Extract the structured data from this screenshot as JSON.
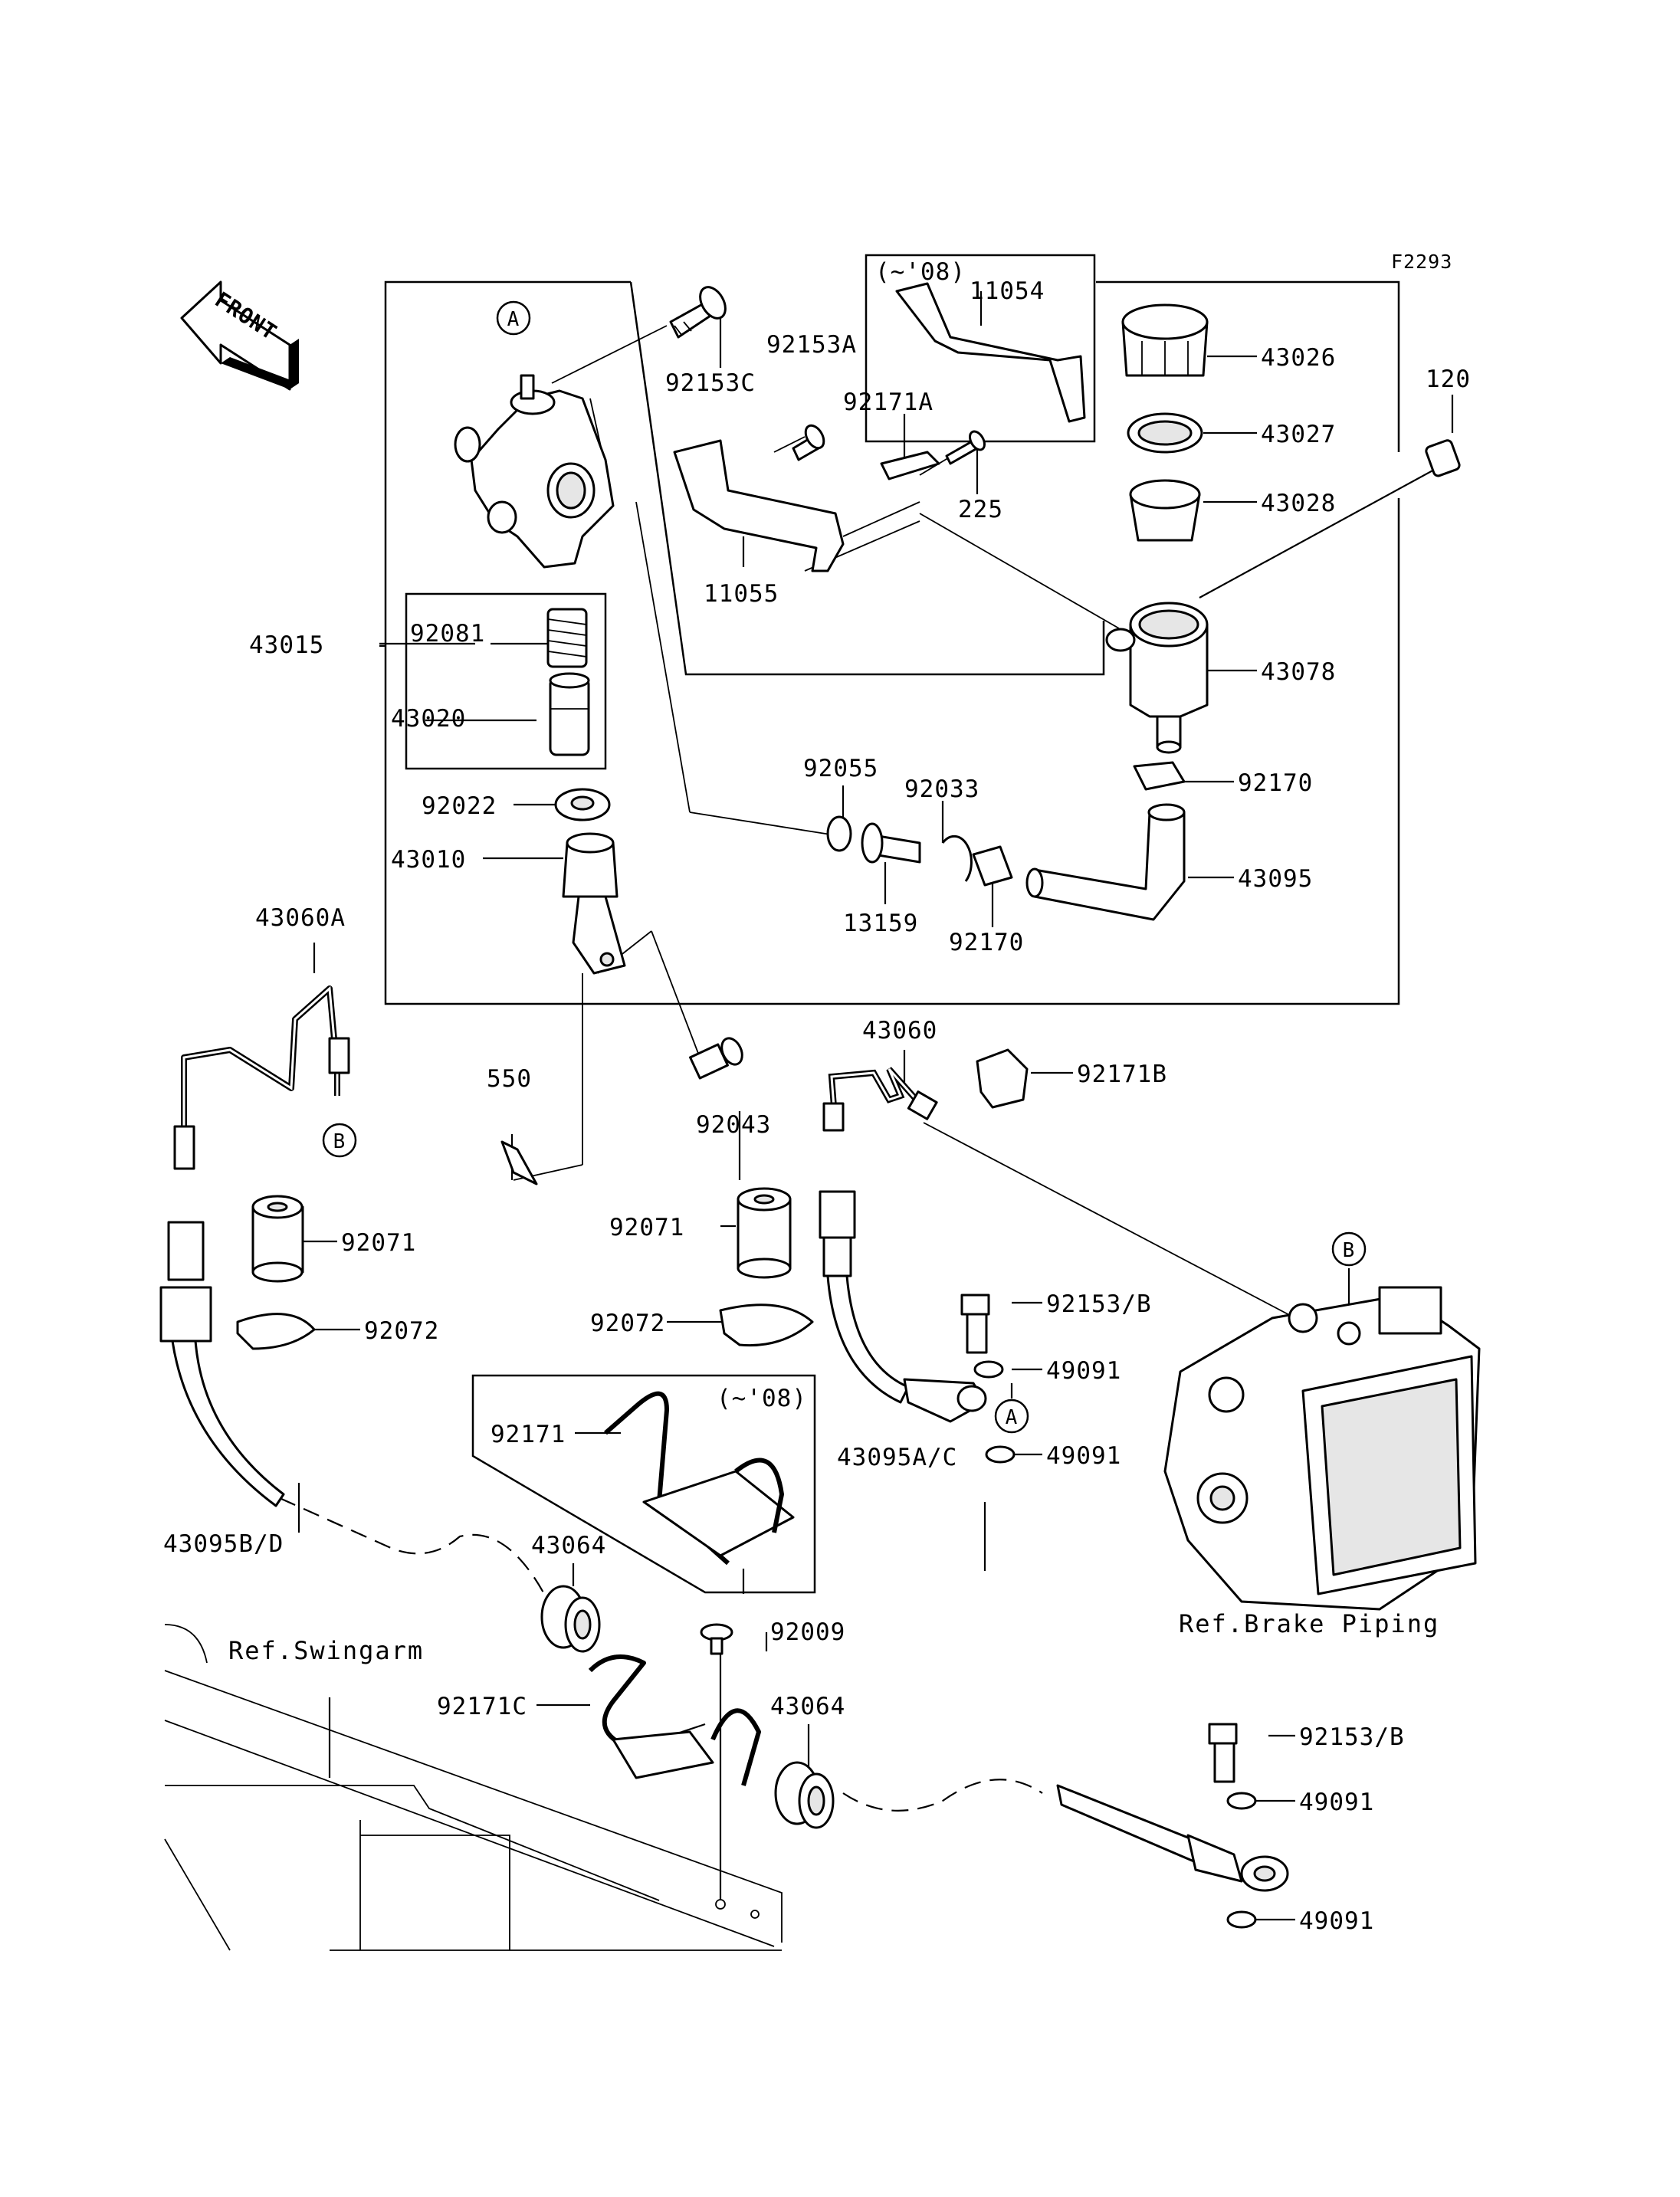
{
  "figure_code": "F2293",
  "front_arrow": {
    "label": "FRONT",
    "icon": "front-direction-arrow-icon"
  },
  "variant_notes": {
    "box_11054": "(~'08)",
    "box_92171": "(~'08)"
  },
  "connectors": {
    "A": "A",
    "B": "B"
  },
  "references": {
    "swingarm": "Ref.Swingarm",
    "brake_piping": "Ref.Brake Piping"
  },
  "parts": {
    "p92153C": "92153C",
    "p92153A": "92153A",
    "p11054": "11054",
    "p92171A": "92171A",
    "p225": "225",
    "p11055": "11055",
    "p43026": "43026",
    "p43027": "43027",
    "p43028": "43028",
    "p120": "120",
    "p43078": "43078",
    "p43015": "43015",
    "p92081": "92081",
    "p43020": "43020",
    "p92022": "92022",
    "p43010": "43010",
    "p92055": "92055",
    "p92033": "92033",
    "p92170a": "92170",
    "p92170b": "92170",
    "p13159": "13159",
    "p43095": "43095",
    "p43060A": "43060A",
    "p43060": "43060",
    "p92171B": "92171B",
    "p550": "550",
    "p92043": "92043",
    "p92071a": "92071",
    "p92071b": "92071",
    "p92072a": "92072",
    "p92072b": "92072",
    "p92153B1": "92153/B",
    "p49091a": "49091",
    "p43095AC": "43095A/C",
    "p49091b": "49091",
    "p92171": "92171",
    "p43095BD": "43095B/D",
    "p43064a": "43064",
    "p92009": "92009",
    "p92171C": "92171C",
    "p43064b": "43064",
    "p92153B2": "92153/B",
    "p49091c": "49091",
    "p49091d": "49091"
  }
}
